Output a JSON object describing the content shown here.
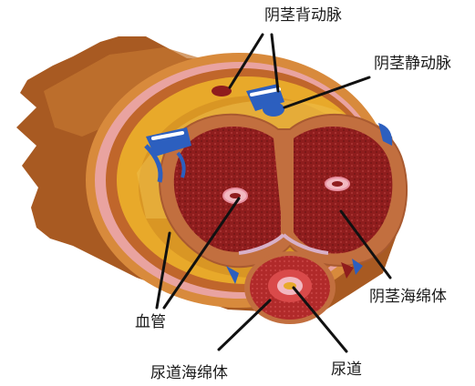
{
  "labels": {
    "dorsal_artery": "阴茎背动脉",
    "deep_dorsal_vein": "阴茎静动脉",
    "corpus_cavernosum": "阴茎海绵体",
    "blood_vessel": "血管",
    "corpus_spongiosum": "尿道海绵体",
    "urethra": "尿道"
  },
  "colors": {
    "skin_outer": "#a85a22",
    "skin_light": "#d88a3c",
    "skin_pink": "#e9a3a0",
    "fascia_yellow": "#e8a92a",
    "tunica": "#c26f3f",
    "cavernosum_fill": "#8f1d1d",
    "spongiosum_fill": "#b52d2d",
    "vein_blue": "#2c5fbf",
    "urethra_pink": "#f2b8c0"
  }
}
